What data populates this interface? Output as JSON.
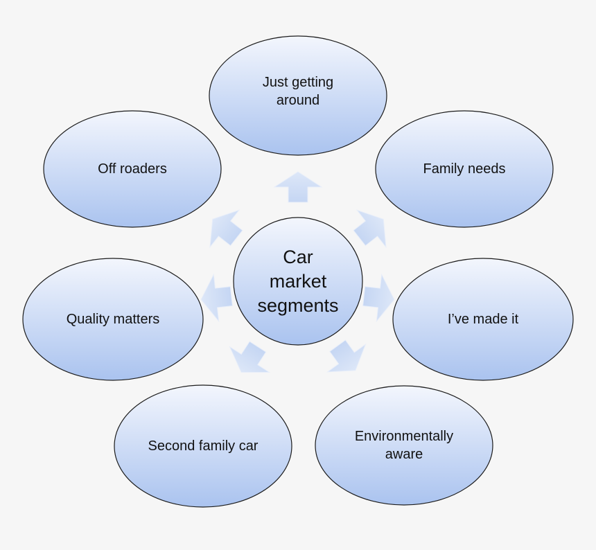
{
  "center": {
    "label": "Car\nmarket\nsegments"
  },
  "segments": [
    {
      "label": "Just getting\naround"
    },
    {
      "label": "Family needs"
    },
    {
      "label": "I’ve made it"
    },
    {
      "label": "Environmentally\naware"
    },
    {
      "label": "Second family car"
    },
    {
      "label": "Quality matters"
    },
    {
      "label": "Off roaders"
    }
  ],
  "colors": {
    "ellipse_top": "#f3f6fd",
    "ellipse_bottom": "#aac3ef",
    "ellipse_stroke": "#1b1b1b",
    "arrow_top": "#dde7f8",
    "arrow_bottom": "#c5d6f3"
  }
}
